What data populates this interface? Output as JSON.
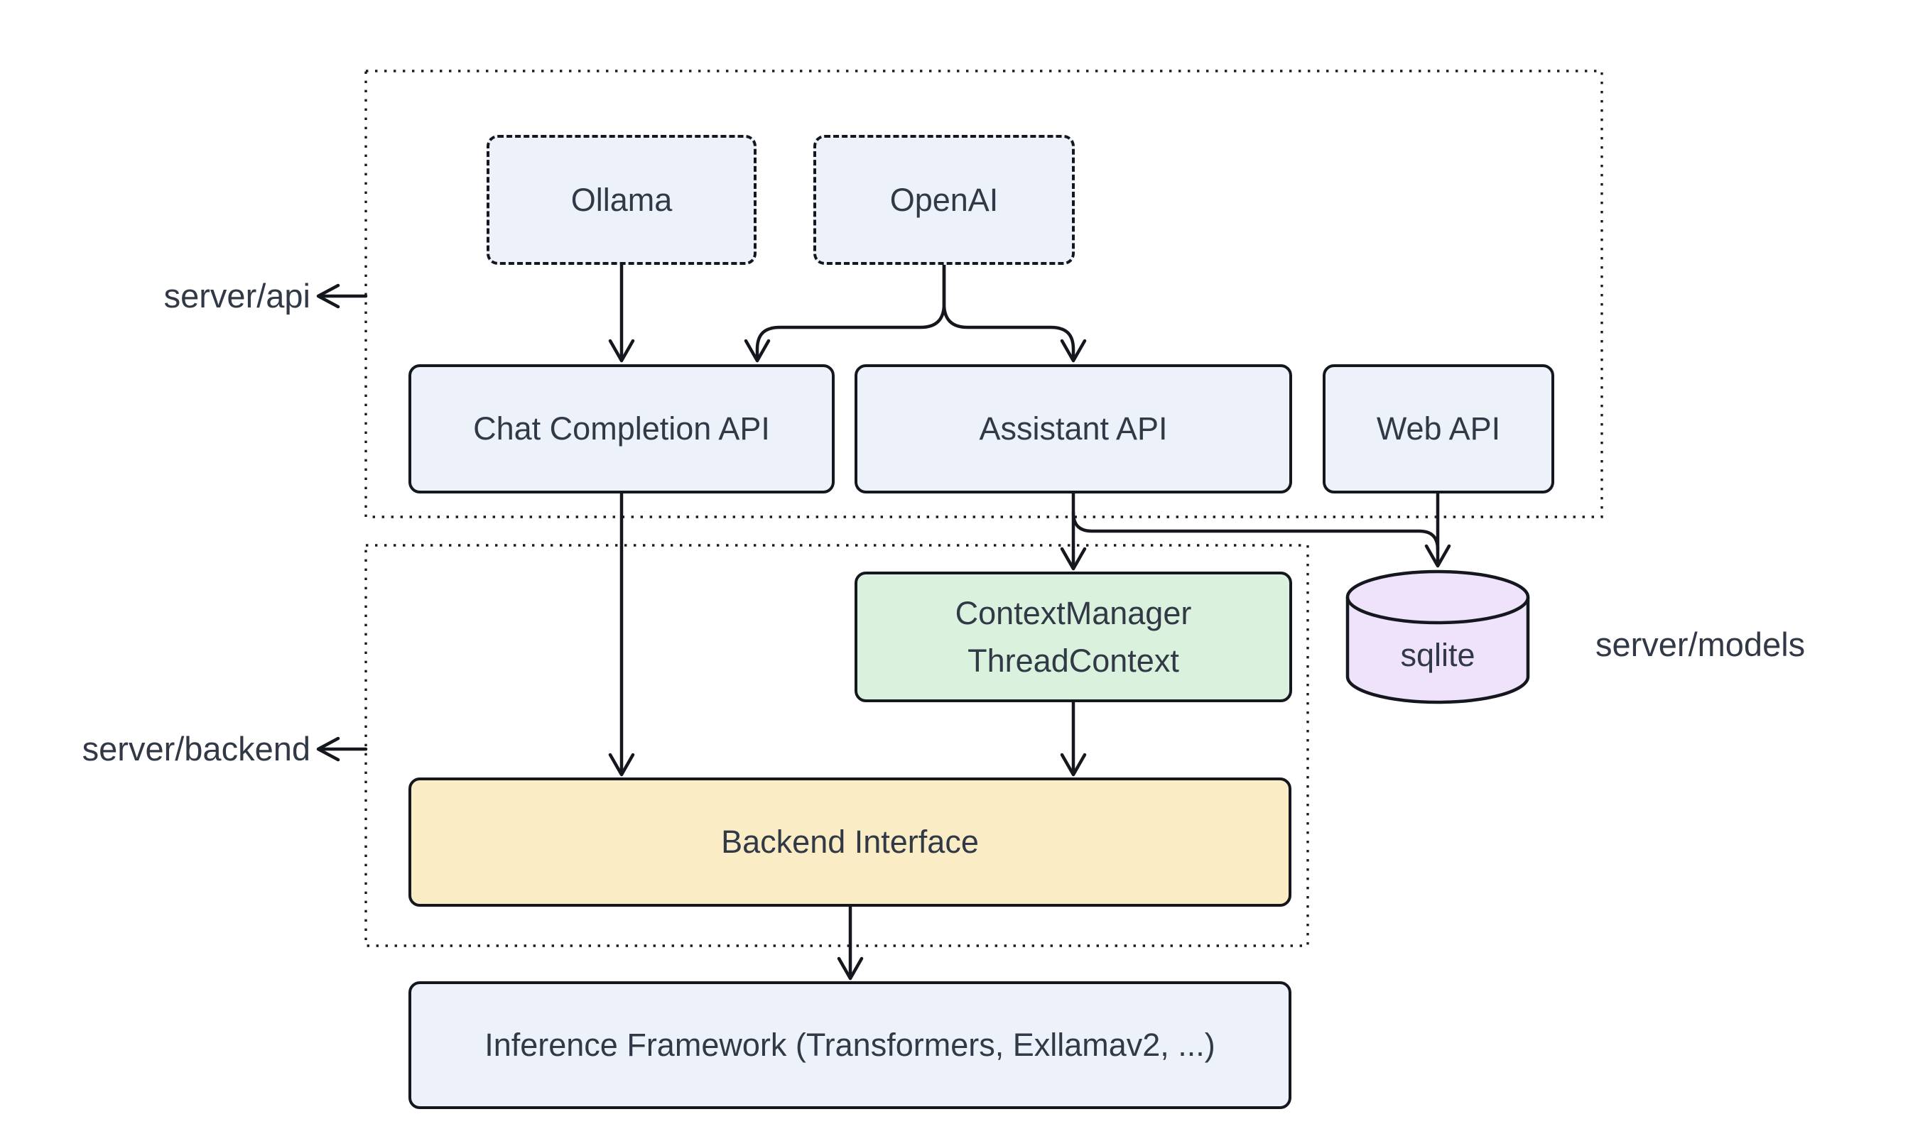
{
  "diagram": {
    "containers": {
      "api_label": "server/api",
      "backend_label": "server/backend",
      "models_label": "server/models"
    },
    "nodes": {
      "ollama": "Ollama",
      "openai": "OpenAI",
      "chat_completion": "Chat Completion API",
      "assistant": "Assistant API",
      "web_api": "Web API",
      "context_manager_line1": "ContextManager",
      "context_manager_line2": "ThreadContext",
      "sqlite": "sqlite",
      "backend_interface": "Backend Interface",
      "inference_framework": "Inference Framework (Transformers, Exllamav2, ...)"
    },
    "colors": {
      "node_blue": "#ECF1FA",
      "node_green": "#DAF2DD",
      "node_yellow": "#FAEDC6",
      "node_purple": "#EEE3FB",
      "border_dark": "#15171E",
      "text": "#323946"
    }
  }
}
